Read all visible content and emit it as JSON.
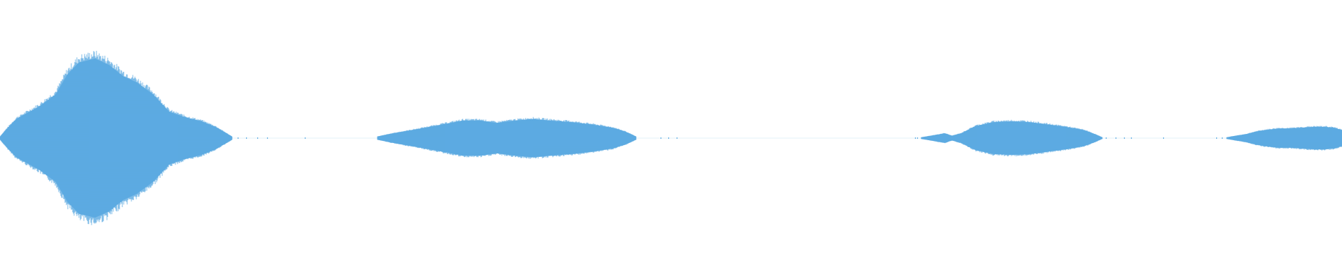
{
  "waveform": {
    "color": "#5DABE2",
    "amplitude_range": [
      -1,
      1
    ],
    "segments": [
      {
        "name": "segment-1",
        "envelope": [
          [
            0,
            0.02
          ],
          [
            0.03,
            0.12
          ],
          [
            0.07,
            0.24
          ],
          [
            0.12,
            0.32
          ],
          [
            0.17,
            0.4
          ],
          [
            0.24,
            0.55
          ],
          [
            0.29,
            0.8
          ],
          [
            0.34,
            0.95
          ],
          [
            0.41,
            1.0
          ],
          [
            0.47,
            0.92
          ],
          [
            0.53,
            0.78
          ],
          [
            0.59,
            0.7
          ],
          [
            0.66,
            0.55
          ],
          [
            0.73,
            0.33
          ],
          [
            0.8,
            0.26
          ],
          [
            0.87,
            0.21
          ],
          [
            0.93,
            0.14
          ],
          [
            1.0,
            0.02
          ]
        ]
      },
      {
        "name": "segment-2",
        "envelope": [
          [
            0,
            0.02
          ],
          [
            0.06,
            0.06
          ],
          [
            0.15,
            0.11
          ],
          [
            0.25,
            0.17
          ],
          [
            0.33,
            0.22
          ],
          [
            0.4,
            0.22
          ],
          [
            0.46,
            0.19
          ],
          [
            0.53,
            0.22
          ],
          [
            0.6,
            0.24
          ],
          [
            0.67,
            0.22
          ],
          [
            0.75,
            0.2
          ],
          [
            0.83,
            0.17
          ],
          [
            0.91,
            0.13
          ],
          [
            0.96,
            0.08
          ],
          [
            1.0,
            0.02
          ]
        ]
      },
      {
        "name": "segment-3",
        "envelope": [
          [
            0,
            0.01
          ],
          [
            0.08,
            0.04
          ],
          [
            0.13,
            0.06
          ],
          [
            0.17,
            0.03
          ],
          [
            0.22,
            0.06
          ],
          [
            0.3,
            0.15
          ],
          [
            0.4,
            0.2
          ],
          [
            0.5,
            0.21
          ],
          [
            0.6,
            0.2
          ],
          [
            0.7,
            0.17
          ],
          [
            0.8,
            0.14
          ],
          [
            0.9,
            0.1
          ],
          [
            0.96,
            0.05
          ],
          [
            1.0,
            0.01
          ]
        ]
      },
      {
        "name": "segment-4",
        "envelope": [
          [
            0,
            0.01
          ],
          [
            0.08,
            0.03
          ],
          [
            0.17,
            0.05
          ],
          [
            0.25,
            0.08
          ],
          [
            0.33,
            0.1
          ],
          [
            0.45,
            0.12
          ],
          [
            0.55,
            0.12
          ],
          [
            0.65,
            0.13
          ],
          [
            0.75,
            0.14
          ],
          [
            0.85,
            0.14
          ],
          [
            0.93,
            0.13
          ],
          [
            1.0,
            0.1
          ]
        ]
      }
    ],
    "silence_dots": [
      {
        "name": "gap-dot-1"
      },
      {
        "name": "gap-dot-2"
      },
      {
        "name": "gap-dot-3"
      },
      {
        "name": "gap-dot-4"
      },
      {
        "name": "gap-dot-5"
      },
      {
        "name": "gap-dot-6"
      },
      {
        "name": "gap-dot-7"
      },
      {
        "name": "gap-dot-8"
      },
      {
        "name": "gap-dot-9"
      },
      {
        "name": "gap-dot-10"
      },
      {
        "name": "gap-dot-11"
      },
      {
        "name": "gap-dot-12"
      },
      {
        "name": "gap-dot-13"
      },
      {
        "name": "gap-dot-14"
      },
      {
        "name": "gap-dot-15"
      },
      {
        "name": "gap-dot-16"
      },
      {
        "name": "gap-dot-17"
      }
    ]
  }
}
